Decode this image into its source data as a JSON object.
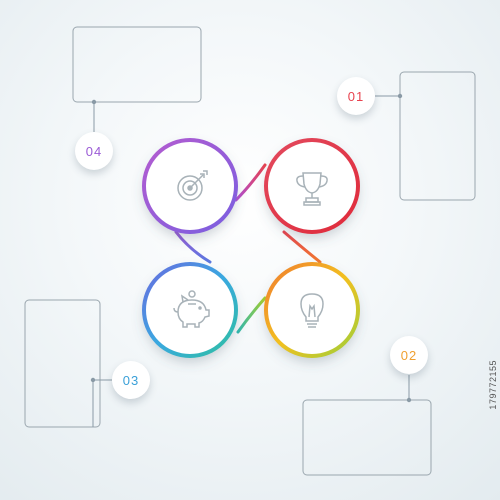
{
  "diagram": {
    "steps": [
      {
        "number": "01",
        "icon": "trophy-icon",
        "ring_color": "#e8434f"
      },
      {
        "number": "02",
        "icon": "lightbulb-icon",
        "ring_color": "#f0b020"
      },
      {
        "number": "03",
        "icon": "piggy-bank-icon",
        "ring_color": "#3aa8e0"
      },
      {
        "number": "04",
        "icon": "target-icon",
        "ring_color": "#9b5bd6"
      }
    ],
    "colors": {
      "badge_01": "#e8434f",
      "badge_02": "#f0a030",
      "badge_03": "#3aa0d8",
      "badge_04": "#9b5bd6",
      "connector": "#8a9aa6",
      "icon": "#a8b2b8"
    }
  },
  "watermark": {
    "text": "179772155"
  }
}
